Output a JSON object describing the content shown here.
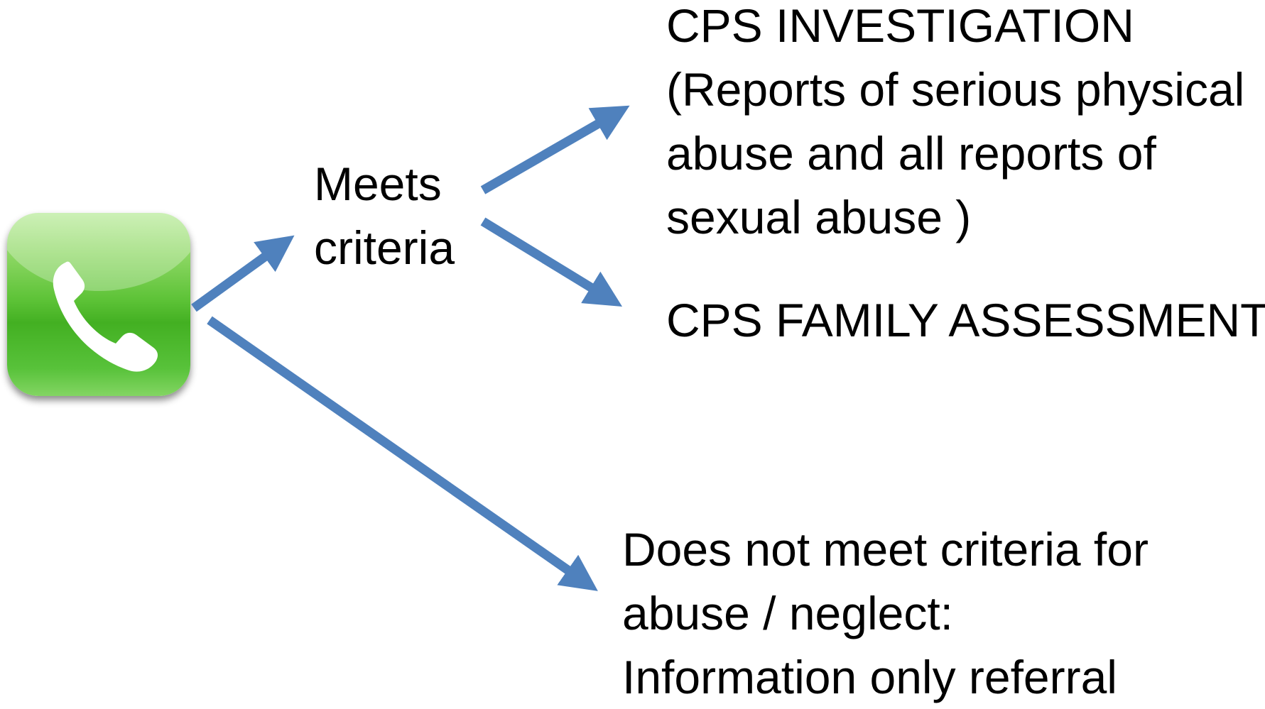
{
  "meets_criteria": {
    "line1": "Meets",
    "line2": "criteria"
  },
  "investigation": {
    "line1": "CPS INVESTIGATION",
    "line2": "(Reports of serious physical",
    "line3": "abuse and all reports of",
    "line4": "sexual abuse )"
  },
  "family_assessment": {
    "label": "CPS FAMILY ASSESSMENT"
  },
  "not_meet": {
    "line1": "Does not meet criteria for",
    "line2": "abuse / neglect:",
    "line3": "Information only referral"
  },
  "colors": {
    "arrow": "#4f81bd",
    "icon_green": "#43b022"
  },
  "icons": {
    "phone": "phone-icon"
  }
}
